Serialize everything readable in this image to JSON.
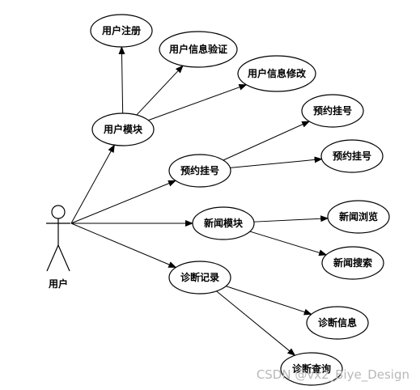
{
  "actor": {
    "label": "用户"
  },
  "nodes": {
    "user_register": "用户注册",
    "user_verify": "用户信息验证",
    "user_modify": "用户信息修改",
    "user_module": "用户模块",
    "booking_module": "预约挂号",
    "booking_a": "预约挂号",
    "booking_b": "预约挂号",
    "news_module": "新闻模块",
    "news_browse": "新闻浏览",
    "news_search": "新闻搜索",
    "diagnosis_module": "诊断记录",
    "diagnosis_info": "诊断信息",
    "diagnosis_query": "诊断查询"
  },
  "edges": [
    [
      "actor",
      "user_module"
    ],
    [
      "actor",
      "booking_module"
    ],
    [
      "actor",
      "news_module"
    ],
    [
      "actor",
      "diagnosis_module"
    ],
    [
      "user_module",
      "user_register"
    ],
    [
      "user_module",
      "user_verify"
    ],
    [
      "user_module",
      "user_modify"
    ],
    [
      "booking_module",
      "booking_a"
    ],
    [
      "booking_module",
      "booking_b"
    ],
    [
      "news_module",
      "news_browse"
    ],
    [
      "news_module",
      "news_search"
    ],
    [
      "diagnosis_module",
      "diagnosis_info"
    ],
    [
      "diagnosis_module",
      "diagnosis_query"
    ]
  ],
  "watermark": "CSDN @vx2_Biye_Design"
}
